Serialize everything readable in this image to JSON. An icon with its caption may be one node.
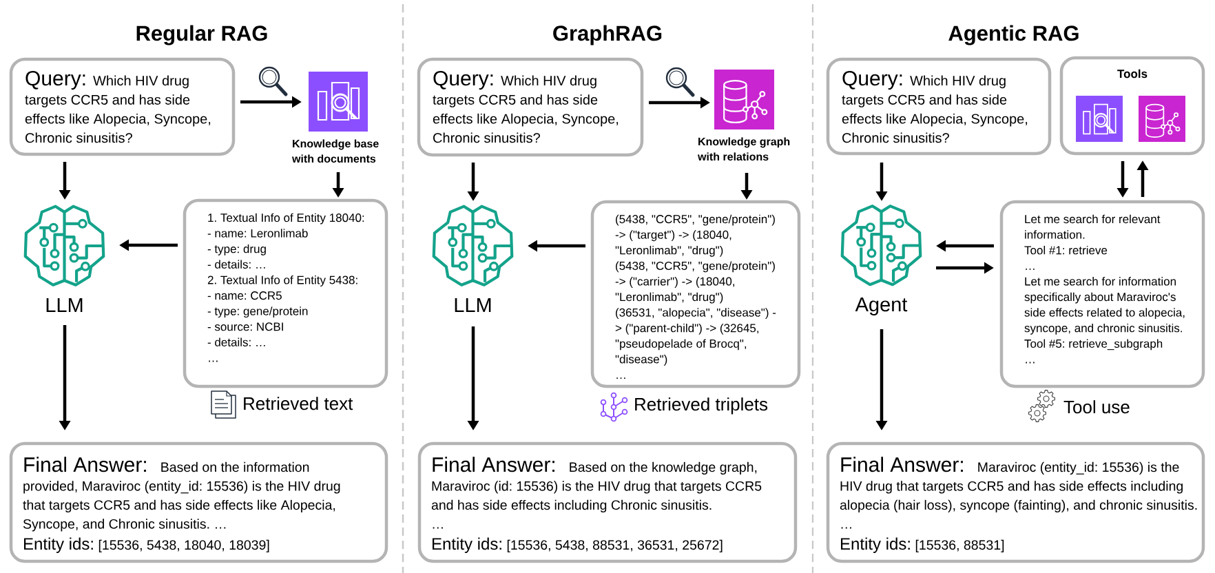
{
  "diagram": {
    "nodes": [
      {
        "text": [
          "Query:",
          "Which HIV drug targets CCR5 and has side effects like Alopecia, Syncope, Chronic sinusitis?"
        ]
      },
      {
        "text": [
          "Knowledge base with documents"
        ]
      },
      {
        "text": [
          "LLM"
        ]
      },
      {
        "text": [
          "1. Textual Info of Entity 18040:",
          "- name: Leronlimab",
          "- type: drug",
          "- details: …",
          "2. Textual Info of Entity 5438:",
          "- name: CCR5",
          "- type: gene/protein",
          "- source: NCBI",
          "- details: …",
          "…"
        ],
        "beside": [
          "Retrieved text"
        ]
      },
      {
        "text": [
          "Final Answer:",
          "Based on the information provided, Maraviroc (entity_id: 15536) is the HIV drug that targets CCR5 and has side effects like Alopecia, Syncope, and Chronic sinusitis. …",
          "Entity ids:",
          "[15536, 5438, 18040, 18039]"
        ]
      },
      {
        "text": [
          "Query:",
          "Which HIV drug targets CCR5 and has side effects like Alopecia, Syncope, Chronic sinusitis?"
        ]
      },
      {
        "text": [
          "Knowledge graph with relations"
        ]
      },
      {
        "text": [
          "LLM"
        ]
      },
      {
        "text": [
          "(5438, \"CCR5\", \"gene/protein\") -> (\"target\") -> (18040, \"Leronlimab\", \"drug\")",
          "(5438, \"CCR5\", \"gene/protein\") -> (\"carrier\") -> (18040, \"Leronlimab\", \"drug\")",
          "(36531, \"alopecia\", \"disease\") - > (\"parent-child\") -> (32645, \"pseudopelade of Brocq\", \"disease\")",
          "…"
        ],
        "beside": [
          "Retrieved triplets"
        ]
      },
      {
        "text": [
          "Final Answer:",
          "Based on the knowledge graph, Maraviroc (id: 15536) is the HIV drug that targets CCR5 and has side effects including Chronic sinusitis.",
          "…",
          "Entity ids:",
          "[15536, 5438, 88531, 36531, 25672]"
        ]
      },
      {
        "text": [
          "Query:",
          "Which HIV drug targets CCR5 and has side effects like Alopecia, Syncope, Chronic sinusitis?"
        ]
      },
      {
        "text": [
          "Tools"
        ]
      },
      {
        "text": [],
        "shape": "picture",
        "in": 11
      },
      {
        "text": [],
        "shape": "picture",
        "in": 11
      },
      {
        "text": [
          "Agent"
        ]
      },
      {
        "text": [
          "Let me search for relevant information.",
          "Tool #1: retrieve",
          "…",
          "Let me search for information specifically about Maraviroc's side effects related to alopecia, syncope, and chronic sinusitis.",
          "Tool #5: retrieve_subgraph",
          "…"
        ],
        "beside": [
          "Tool use"
        ]
      },
      {
        "text": [
          "Final Answer:",
          "Maraviroc (entity_id: 15536) is the HIV drug that targets CCR5 and has side effects including alopecia (hair loss), syncope (fainting), and chronic sinusitis.",
          "…",
          "Entity ids:",
          "[15536, 88531]"
        ]
      }
    ],
    "edges": [
      {
        "from": 0,
        "to": 1,
        "arrow": "to"
      },
      {
        "from": 1,
        "to": 3,
        "arrow": "to"
      },
      {
        "from": 3,
        "to": 2,
        "arrow": "to"
      },
      {
        "from": 0,
        "to": 2,
        "arrow": "to"
      },
      {
        "from": 2,
        "to": 4,
        "arrow": "to"
      },
      {
        "from": 5,
        "to": 6,
        "arrow": "to"
      },
      {
        "from": 6,
        "to": 8,
        "arrow": "to"
      },
      {
        "from": 8,
        "to": 7,
        "arrow": "to"
      },
      {
        "from": 5,
        "to": 7,
        "arrow": "to"
      },
      {
        "from": 7,
        "to": 9,
        "arrow": "to"
      },
      {
        "from": 10,
        "to": 14,
        "arrow": "to"
      },
      {
        "from": 11,
        "to": 15,
        "arrow": "to"
      },
      {
        "from": 15,
        "to": 11,
        "arrow": "to"
      },
      {
        "from": 15,
        "to": 14,
        "arrow": "to"
      },
      {
        "from": 14,
        "to": 15,
        "arrow": "to"
      },
      {
        "from": 14,
        "to": 16,
        "arrow": "to"
      }
    ],
    "labels": [
      "Regular RAG",
      "GraphRAG",
      "Agentic RAG"
    ]
  }
}
